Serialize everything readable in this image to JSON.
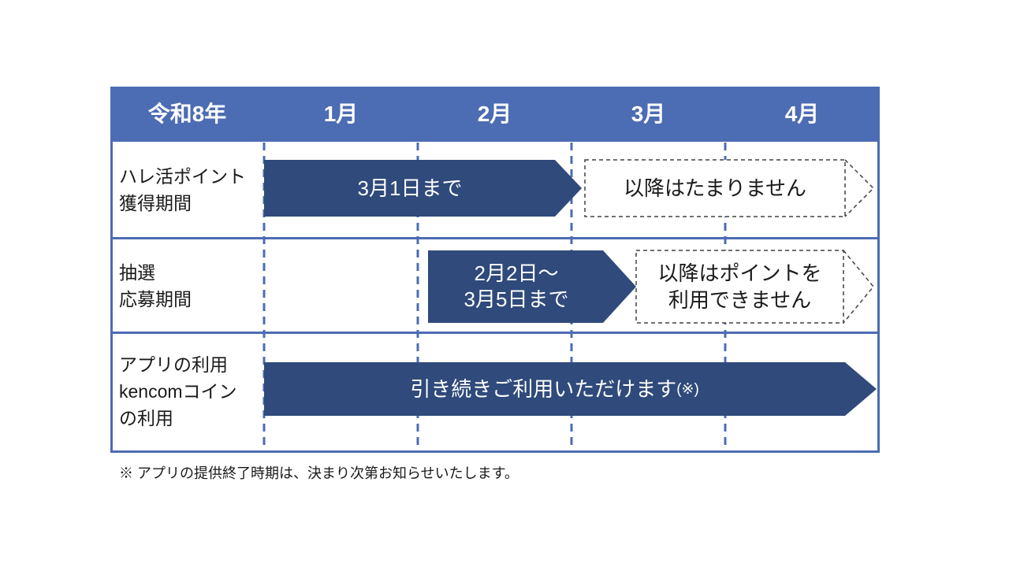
{
  "colors": {
    "header_blue": "#4C6CB3",
    "arrow_navy": "#2F4A7B",
    "dashed_outline": "#404040",
    "text_dark": "#1A1A1A",
    "text_white": "#FFFFFF"
  },
  "header": {
    "year_label": "令和8年",
    "months": [
      "1月",
      "2月",
      "3月",
      "4月"
    ]
  },
  "rows": [
    {
      "label_lines": [
        "ハレ活ポイント",
        "獲得期間"
      ],
      "solid_arrow_text": "3月1日まで",
      "dashed_arrow_lines": [
        "以降はたまりません"
      ]
    },
    {
      "label_lines": [
        "抽選",
        "応募期間"
      ],
      "solid_arrow_lines": [
        "2月2日〜",
        "3月5日まで"
      ],
      "dashed_arrow_lines": [
        "以降はポイントを",
        "利用できません"
      ]
    },
    {
      "label_lines": [
        "アプリの利用",
        "kencomコイン",
        "の利用"
      ],
      "solid_arrow_text": "引き続きご利用いただけます",
      "solid_arrow_suffix": "(※)"
    }
  ],
  "footnote": "※ アプリの提供終了時期は、決まり次第お知らせいたします。"
}
